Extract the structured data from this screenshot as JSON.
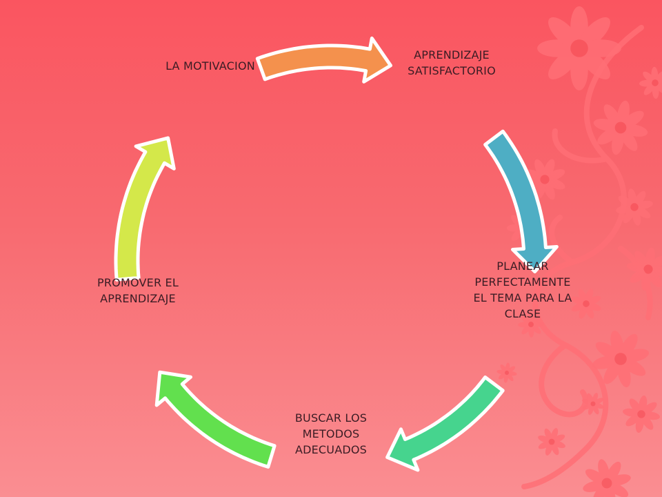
{
  "diagram": {
    "type": "cycle",
    "nodes": [
      {
        "label": "APRENDIZAJE\nSATISFACTORIO"
      },
      {
        "label": "PLANEAR\nPERFECTAMENTE\nEL TEMA PARA LA\nCLASE"
      },
      {
        "label": "BUSCAR LOS\nMETODOS\nADECUADOS"
      },
      {
        "label": "PROMOVER EL\nAPRENDIZAJE"
      },
      {
        "label": "LA MOTIVACION"
      }
    ],
    "arrow_colors": [
      "#f4914d",
      "#4eaec4",
      "#46d48e",
      "#62e04e",
      "#d4e84a"
    ],
    "arrow_outline": "#ffffff"
  },
  "background": {
    "gradient_top": "#fa5560",
    "gradient_bottom": "#fa8e92",
    "flower_color": "#ff6f76"
  }
}
